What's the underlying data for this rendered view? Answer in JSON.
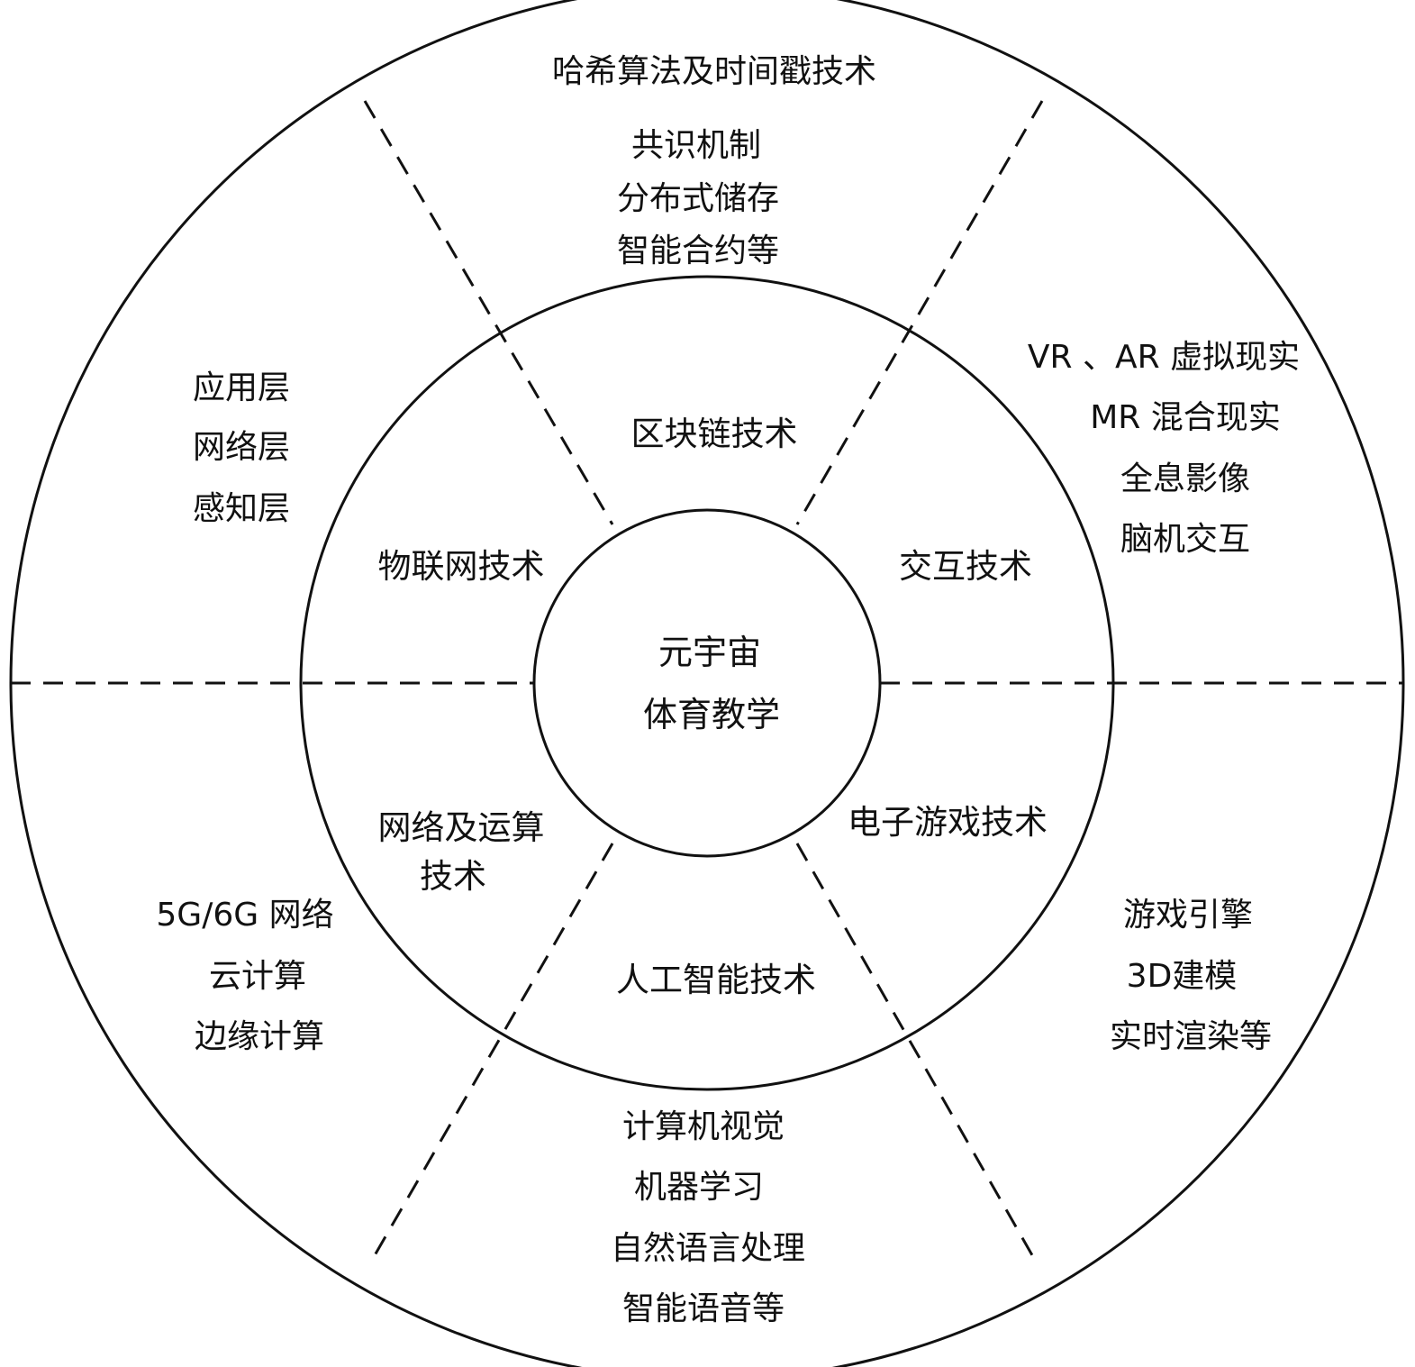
{
  "center": {
    "lines": [
      "元宇宙",
      "体育教学"
    ]
  },
  "middle_ring": {
    "blockchain": "区块链技术",
    "iot": "物联网技术",
    "interaction": "交互技术",
    "network_computing": [
      "网络及运算",
      "技术"
    ],
    "gaming": "电子游戏技术",
    "ai": "人工智能技术"
  },
  "outer_ring": {
    "top_title": "哈希算法及时间戳技术",
    "blockchain_items": [
      "共识机制",
      "分布式储存",
      "智能合约等"
    ],
    "iot_items": [
      "应用层",
      "网络层",
      "感知层"
    ],
    "interaction_items": [
      "VR 、AR 虚拟现实",
      "MR 混合现实",
      "全息影像",
      "脑机交互"
    ],
    "network_items": [
      "5G/6G 网络",
      "云计算",
      "边缘计算"
    ],
    "gaming_items": [
      "游戏引擎",
      "3D建模",
      "实时渲染等"
    ],
    "ai_items": [
      "计算机视觉",
      "机器学习",
      "自然语言处理",
      "智能语音等"
    ]
  },
  "colors": {
    "line": "#111111",
    "text": "#111111",
    "background": "#ffffff"
  }
}
